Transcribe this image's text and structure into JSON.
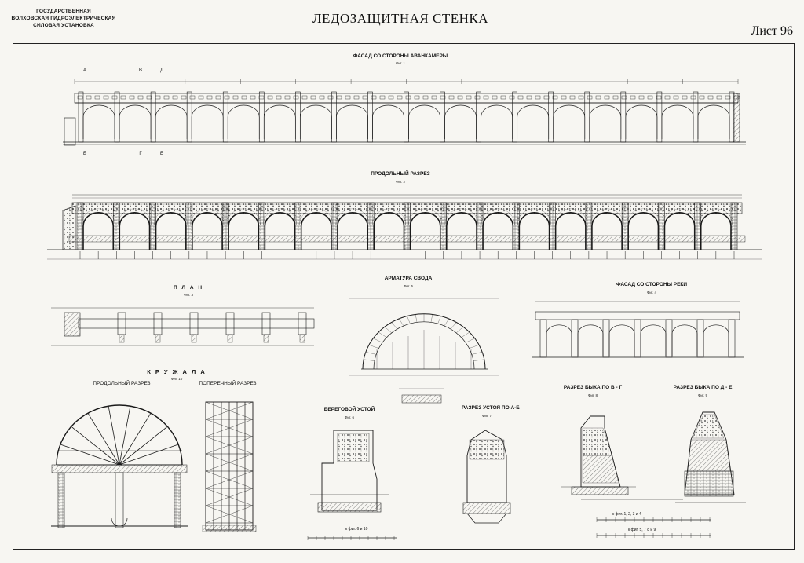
{
  "header": {
    "org_line1": "ГОСУДАРСТВЕННАЯ",
    "org_line2": "ВОЛХОВСКАЯ ГИДРОЭЛЕКТРИЧЕСКАЯ",
    "org_line3": "СИЛОВАЯ УСТАНОВКА",
    "title": "ЛЕДОЗАЩИТНАЯ СТЕНКА",
    "sheet": "Лист 96"
  },
  "figures": {
    "fig1": {
      "title": "ФАСАД СО СТОРОНЫ АВАНКАМЕРЫ",
      "num": "Фиг. 1"
    },
    "fig2": {
      "title": "ПРОДОЛЬНЫЙ РАЗРЕЗ",
      "num": "Фиг. 2"
    },
    "fig3": {
      "title": "П Л А Н",
      "num": "Фиг. 3"
    },
    "fig5": {
      "title": "АРМАТУРА СВОДА",
      "num": "Фиг. 5"
    },
    "fig4": {
      "title": "ФАСАД СО СТОРОНЫ РЕКИ",
      "num": "Фиг. 4"
    },
    "kruzhala": {
      "title": "К Р У Ж А Л А",
      "num": "Фиг. 10"
    },
    "kr_long": {
      "title": "ПРОДОЛЬНЫЙ РАЗРЕЗ"
    },
    "kr_cross": {
      "title": "ПОПЕРЕЧНЫЙ РАЗРЕЗ"
    },
    "fig6": {
      "title": "БЕРЕГОВОЙ УСТОЙ",
      "num": "Фиг. 6"
    },
    "fig7": {
      "title": "РАЗРЕЗ УСТОЯ ПО А-Б",
      "num": "Фиг. 7"
    },
    "fig8": {
      "title": "РАЗРЕЗ БЫКА ПО В - Г",
      "num": "Фиг. 8"
    },
    "fig9": {
      "title": "РАЗРЕЗ БЫКА ПО Д - Е",
      "num": "Фиг. 9"
    }
  },
  "section_marks": [
    "А",
    "В",
    "Д",
    "Б",
    "Г",
    "Е"
  ],
  "scales": {
    "s1": "к фиг. 6 и 10",
    "s2": "к фиг. 1, 2, 3 и 4",
    "s3": "к фиг. 5, 7 8 и 9"
  }
}
